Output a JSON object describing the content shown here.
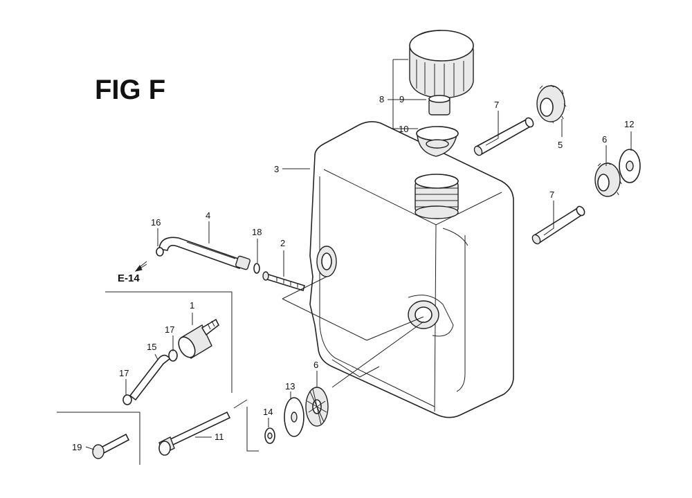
{
  "figure": {
    "title": "FIG F",
    "reference": "E-14"
  },
  "callouts": [
    {
      "id": "c1",
      "label": "1"
    },
    {
      "id": "c2",
      "label": "2"
    },
    {
      "id": "c3",
      "label": "3"
    },
    {
      "id": "c4",
      "label": "4"
    },
    {
      "id": "c5",
      "label": "5"
    },
    {
      "id": "c6a",
      "label": "6"
    },
    {
      "id": "c6b",
      "label": "6"
    },
    {
      "id": "c7a",
      "label": "7"
    },
    {
      "id": "c7b",
      "label": "7"
    },
    {
      "id": "c8",
      "label": "8"
    },
    {
      "id": "c9",
      "label": "9"
    },
    {
      "id": "c10",
      "label": "10"
    },
    {
      "id": "c11",
      "label": "11"
    },
    {
      "id": "c12",
      "label": "12"
    },
    {
      "id": "c13",
      "label": "13"
    },
    {
      "id": "c14",
      "label": "14"
    },
    {
      "id": "c15",
      "label": "15"
    },
    {
      "id": "c16",
      "label": "16"
    },
    {
      "id": "c17a",
      "label": "17"
    },
    {
      "id": "c17b",
      "label": "17"
    },
    {
      "id": "c18",
      "label": "18"
    },
    {
      "id": "c19",
      "label": "19"
    }
  ]
}
